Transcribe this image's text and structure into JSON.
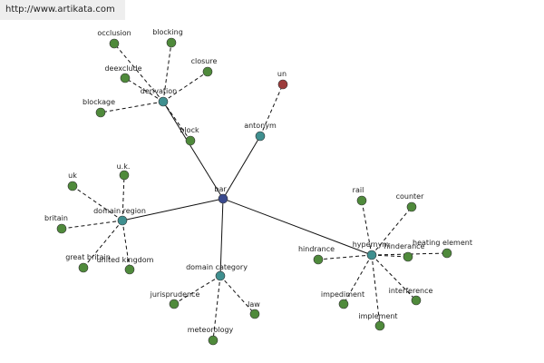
{
  "source_url": "http://www.artikata.com",
  "colors": {
    "center": "#3a4a8e",
    "relation": "#3f8f8f",
    "leaf": "#4f8a3b",
    "antonym_leaf": "#9c3b3b",
    "edge": "#111111"
  },
  "graph": {
    "center": {
      "id": "bar",
      "label": "bar"
    },
    "relations": [
      {
        "id": "derivation",
        "label": "derivation",
        "leaves": [
          "occlusion",
          "blocking",
          "deexclude",
          "closure",
          "blockage",
          "block"
        ]
      },
      {
        "id": "antonym",
        "label": "antonym",
        "leaves": [
          "un"
        ]
      },
      {
        "id": "domain-region",
        "label": "domain region",
        "leaves": [
          "uk",
          "u.k.",
          "britain",
          "great britain",
          "united kingdom"
        ]
      },
      {
        "id": "domain-category",
        "label": "domain category",
        "leaves": [
          "jurisprudence",
          "law",
          "meteorology"
        ]
      },
      {
        "id": "hypernym",
        "label": "hypernym",
        "leaves": [
          "rail",
          "counter",
          "hindrance",
          "hinderance",
          "heating element",
          "impediment",
          "interference",
          "implement"
        ]
      }
    ]
  }
}
